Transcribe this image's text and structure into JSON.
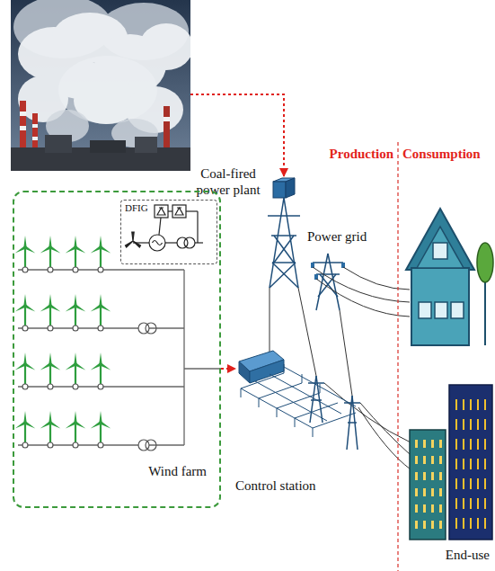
{
  "diagram": {
    "nodes": [
      {
        "text": [
          "Coal-fired power plant"
        ]
      },
      {
        "text": [
          "Wind farm"
        ]
      },
      {
        "text": [
          "DFIG"
        ],
        "in": 1
      },
      {
        "text": [
          "Power grid"
        ]
      },
      {
        "text": [
          "Control station"
        ]
      },
      {
        "text": [
          "End-use"
        ]
      }
    ],
    "edges": [
      {
        "from": 0,
        "to": 3,
        "arrow": "to"
      },
      {
        "from": 1,
        "to": 4,
        "arrow": "to"
      }
    ],
    "labels": [
      "Production",
      "Consumption"
    ]
  }
}
